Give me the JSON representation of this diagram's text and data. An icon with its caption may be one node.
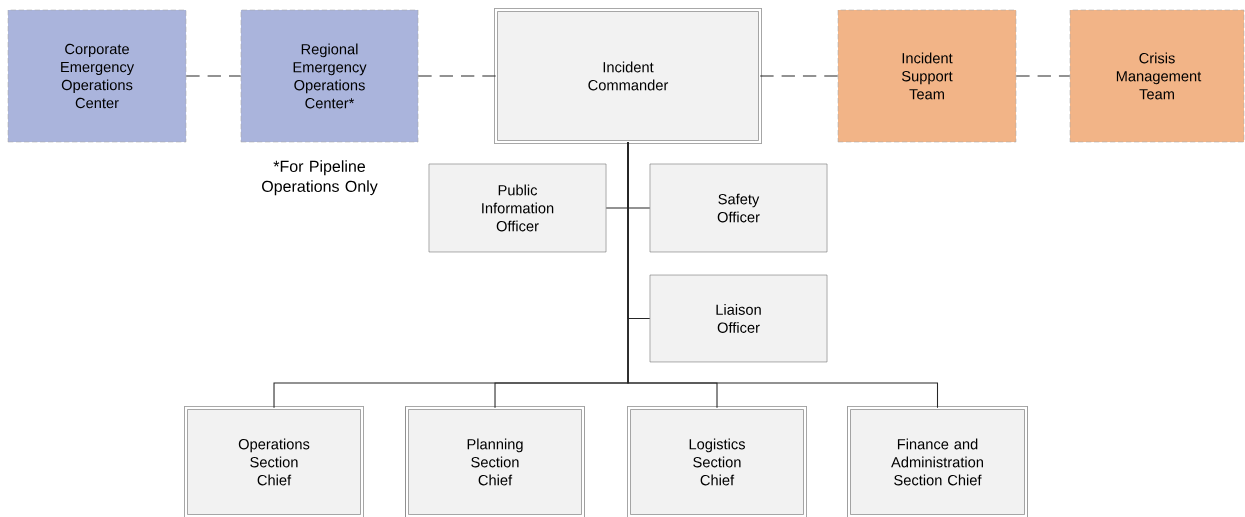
{
  "diagram": {
    "nodes": [
      {
        "text": [
          "Corporate Emergency Operations Center"
        ]
      },
      {
        "text": [
          "Regional Emergency Operations Center*"
        ],
        "beside": [
          "*For Pipeline Operations Only"
        ]
      },
      {
        "text": [
          "Incident Commander"
        ]
      },
      {
        "text": [
          "Incident Support Team"
        ]
      },
      {
        "text": [
          "Crisis Management Team"
        ]
      },
      {
        "text": [
          "Public Information Officer"
        ]
      },
      {
        "text": [
          "Safety Officer"
        ]
      },
      {
        "text": [
          "Liaison Officer"
        ]
      },
      {
        "text": [
          "Operations Section Chief"
        ]
      },
      {
        "text": [
          "Planning Section Chief"
        ]
      },
      {
        "text": [
          "Logistics Section Chief"
        ]
      },
      {
        "text": [
          "Finance and Administration Section Chief"
        ]
      }
    ],
    "edges": [
      {
        "from": 0,
        "to": 1,
        "arrow": "none",
        "style": "dashed"
      },
      {
        "from": 1,
        "to": 2,
        "arrow": "none",
        "style": "dashed"
      },
      {
        "from": 2,
        "to": 3,
        "arrow": "none",
        "style": "dashed"
      },
      {
        "from": 3,
        "to": 4,
        "arrow": "none",
        "style": "dashed"
      },
      {
        "from": 2,
        "to": 5,
        "arrow": "none"
      },
      {
        "from": 2,
        "to": 6,
        "arrow": "none"
      },
      {
        "from": 2,
        "to": 7,
        "arrow": "none"
      },
      {
        "from": 2,
        "to": 8,
        "arrow": "none"
      },
      {
        "from": 2,
        "to": 9,
        "arrow": "none"
      },
      {
        "from": 2,
        "to": 10,
        "arrow": "none"
      },
      {
        "from": 2,
        "to": 11,
        "arrow": "none"
      }
    ]
  }
}
